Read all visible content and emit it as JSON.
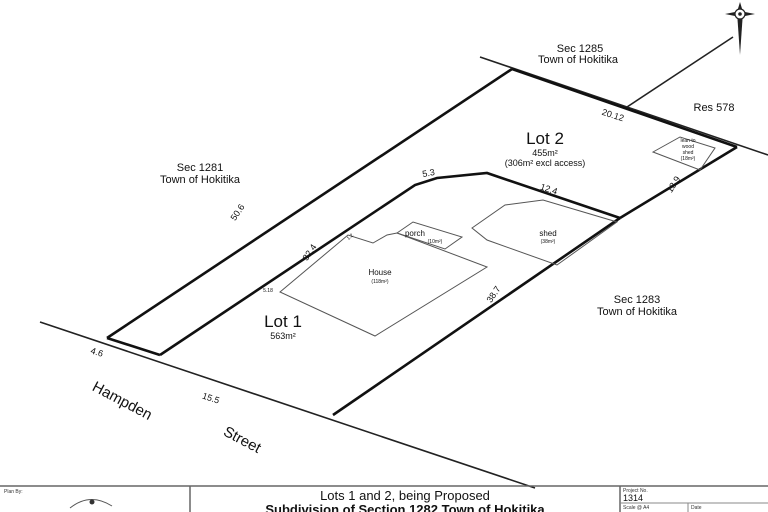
{
  "plan": {
    "neighbours": {
      "sec1285": [
        "Sec 1285",
        "Town of Hokitika"
      ],
      "sec1281": [
        "Sec 1281",
        "Town of Hokitika"
      ],
      "sec1283": [
        "Sec 1283",
        "Town of Hokitika"
      ],
      "res578": "Res 578"
    },
    "lot2": {
      "label": "Lot 2",
      "area": "455m²",
      "note": "(306m² excl access)"
    },
    "lot1": {
      "label": "Lot 1",
      "area": "563m²"
    },
    "buildings": {
      "house": {
        "label": "House",
        "area": "(118m²)"
      },
      "porch": {
        "label": "porch",
        "area": "(10m²)"
      },
      "shed": {
        "label": "shed",
        "area": "(38m²)"
      },
      "leanto": {
        "lines": [
          "lean to",
          "wood",
          "shed",
          "(18m²)"
        ]
      }
    },
    "dimensions": {
      "d1": "20.12",
      "d2": "50.6",
      "d3": "32.4",
      "d4": "5.3",
      "d5": "12.4",
      "d6": "13.9",
      "d7": "38.7",
      "d8": "4.6",
      "d9": "15.5",
      "d10": "1.2",
      "d11": "5.18"
    },
    "street": {
      "word1": "Hampden",
      "word2": "Street"
    },
    "north_arrow": "north-arrow-icon"
  },
  "title_block": {
    "plan_by": "Plan By:",
    "title_line1": "Lots 1 and 2, being Proposed",
    "title_line2": "Subdivision of Section 1282 Town of Hokitika",
    "project_no_label": "Project No.",
    "project_no": "1314",
    "scale_label": "Scale @ A4",
    "date_label": "Date"
  }
}
